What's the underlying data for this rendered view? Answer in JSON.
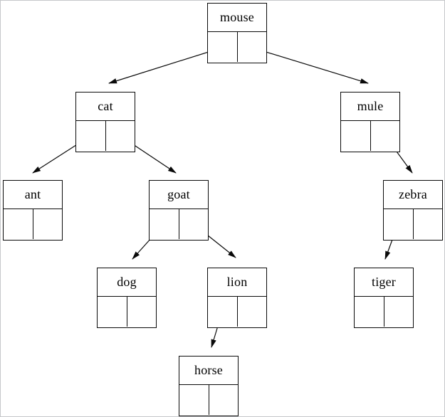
{
  "diagram": {
    "type": "binary-tree",
    "colors": {
      "line": "#0a0a0a",
      "background": "#ffffff",
      "page_border": "#c6c8ca"
    },
    "nodes": [
      {
        "id": "mouse",
        "label": "mouse"
      },
      {
        "id": "cat",
        "label": "cat"
      },
      {
        "id": "mule",
        "label": "mule"
      },
      {
        "id": "ant",
        "label": "ant"
      },
      {
        "id": "goat",
        "label": "goat"
      },
      {
        "id": "zebra",
        "label": "zebra"
      },
      {
        "id": "dog",
        "label": "dog"
      },
      {
        "id": "lion",
        "label": "lion"
      },
      {
        "id": "tiger",
        "label": "tiger"
      },
      {
        "id": "horse",
        "label": "horse"
      }
    ],
    "edges": [
      {
        "from": "mouse",
        "pointer": "left",
        "to": "cat"
      },
      {
        "from": "mouse",
        "pointer": "right",
        "to": "mule"
      },
      {
        "from": "cat",
        "pointer": "left",
        "to": "ant"
      },
      {
        "from": "cat",
        "pointer": "right",
        "to": "goat"
      },
      {
        "from": "mule",
        "pointer": "right",
        "to": "zebra"
      },
      {
        "from": "goat",
        "pointer": "left",
        "to": "dog"
      },
      {
        "from": "goat",
        "pointer": "right",
        "to": "lion"
      },
      {
        "from": "zebra",
        "pointer": "left",
        "to": "tiger"
      },
      {
        "from": "lion",
        "pointer": "left",
        "to": "horse"
      }
    ]
  }
}
